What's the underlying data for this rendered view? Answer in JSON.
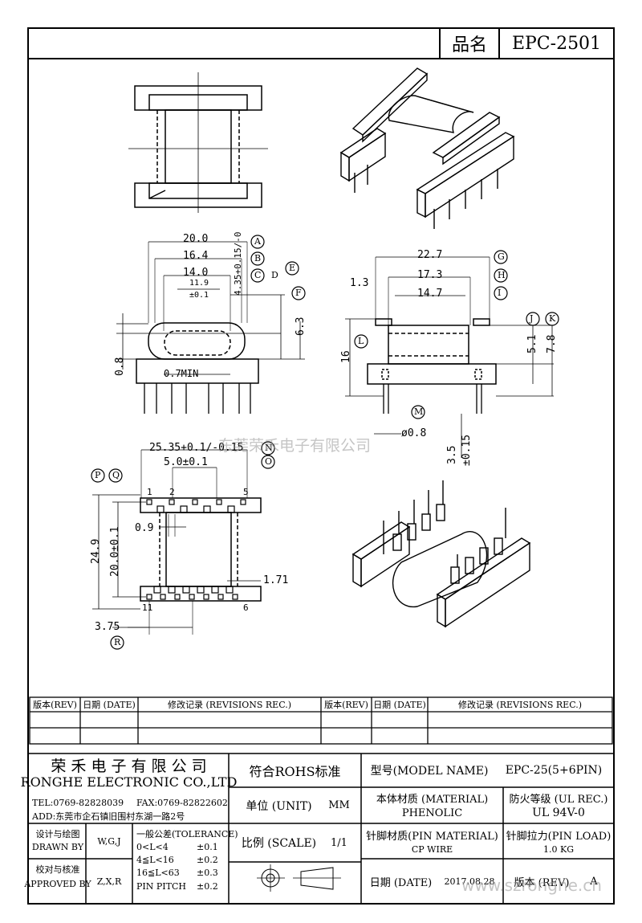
{
  "header": {
    "label": "品名",
    "part_no": "EPC-2501"
  },
  "dims": {
    "a": "20.0",
    "b": "16.4",
    "c": "14.0",
    "d1": "11.9",
    "d2": "±0.1",
    "e": "4.35+0.15/-0",
    "f": "6.3",
    "min": "0.7MIN",
    "h08": "0.8",
    "g": "22.7",
    "h": "17.3",
    "i": "14.7",
    "l13": "1.3",
    "h16": "16",
    "j": "5.1",
    "k": "7.8",
    "pin": "ø0.8",
    "ph1": "3.5",
    "ph2": "±0.15",
    "n": "25.35+0.1/-0.15",
    "o": "5.0±0.1",
    "gap": "0.9",
    "p": "24.9",
    "q": "20.0±0.1",
    "r": "1.71",
    "s": "3.75",
    "pin1": "1",
    "pin2": "2",
    "pin5": "5",
    "pin11": "11",
    "pin6": "6"
  },
  "markers": [
    "A",
    "B",
    "C",
    "D",
    "E",
    "F",
    "G",
    "H",
    "I",
    "J",
    "K",
    "L",
    "M",
    "N",
    "O",
    "P",
    "Q",
    "R"
  ],
  "revisions": {
    "rev": "版本(REV)",
    "date": "日期 (DATE)",
    "rec": "修改记录 (REVISIONS REC.)"
  },
  "titleblock": {
    "company_cn": "荣 禾 电 子 有 限 公 司",
    "company_en": "RONGHE ELECTRONIC CO.,LTD",
    "tel": "TEL:0769-82828039",
    "fax": "FAX:0769-82822602",
    "addr": "ADD:东莞市企石镇旧围村东湖一路2号",
    "rohs": "符合ROHS标准",
    "model_label": "型号(MODEL NAME)",
    "model_value": "EPC-25(5+6PIN)",
    "unit_label": "单位 (UNIT)",
    "unit_value": "MM",
    "material_label": "本体材质 (MATERIAL)",
    "material_value": "PHENOLIC",
    "fire_label": "防火等级 (UL REC.)",
    "fire_value": "UL 94V-0",
    "design_label1": "设计与绘图",
    "design_label2": "DRAWN BY",
    "design_value": "W,G,J",
    "tol_title": "一般公差(TOLERANCE)",
    "tol_rows": [
      {
        "range": "0<L<4",
        "val": "±0.1"
      },
      {
        "range": "4≦L<16",
        "val": "±0.2"
      },
      {
        "range": "16≦L<63",
        "val": "±0.3"
      },
      {
        "range": "PIN PITCH",
        "val": "±0.2"
      }
    ],
    "scale_label": "比例 (SCALE)",
    "scale_value": "1/1",
    "pinmat_label": "针脚材质(PIN MATERIAL)",
    "pinmat_value": "CP WIRE",
    "load_label": "针脚拉力(PIN LOAD)",
    "load_value": "1.0 KG",
    "approve_label1": "校对与核准",
    "approve_label2": "APPROVED BY",
    "approve_value": "Z,X,R",
    "date_label": "日期 (DATE)",
    "date_value": "2017.08.28",
    "version_label": "版本 (REV)",
    "version_value": "A"
  },
  "watermarks": {
    "cn": "东莞荣禾电子有限公司",
    "url": "www.szronghe.cn"
  }
}
